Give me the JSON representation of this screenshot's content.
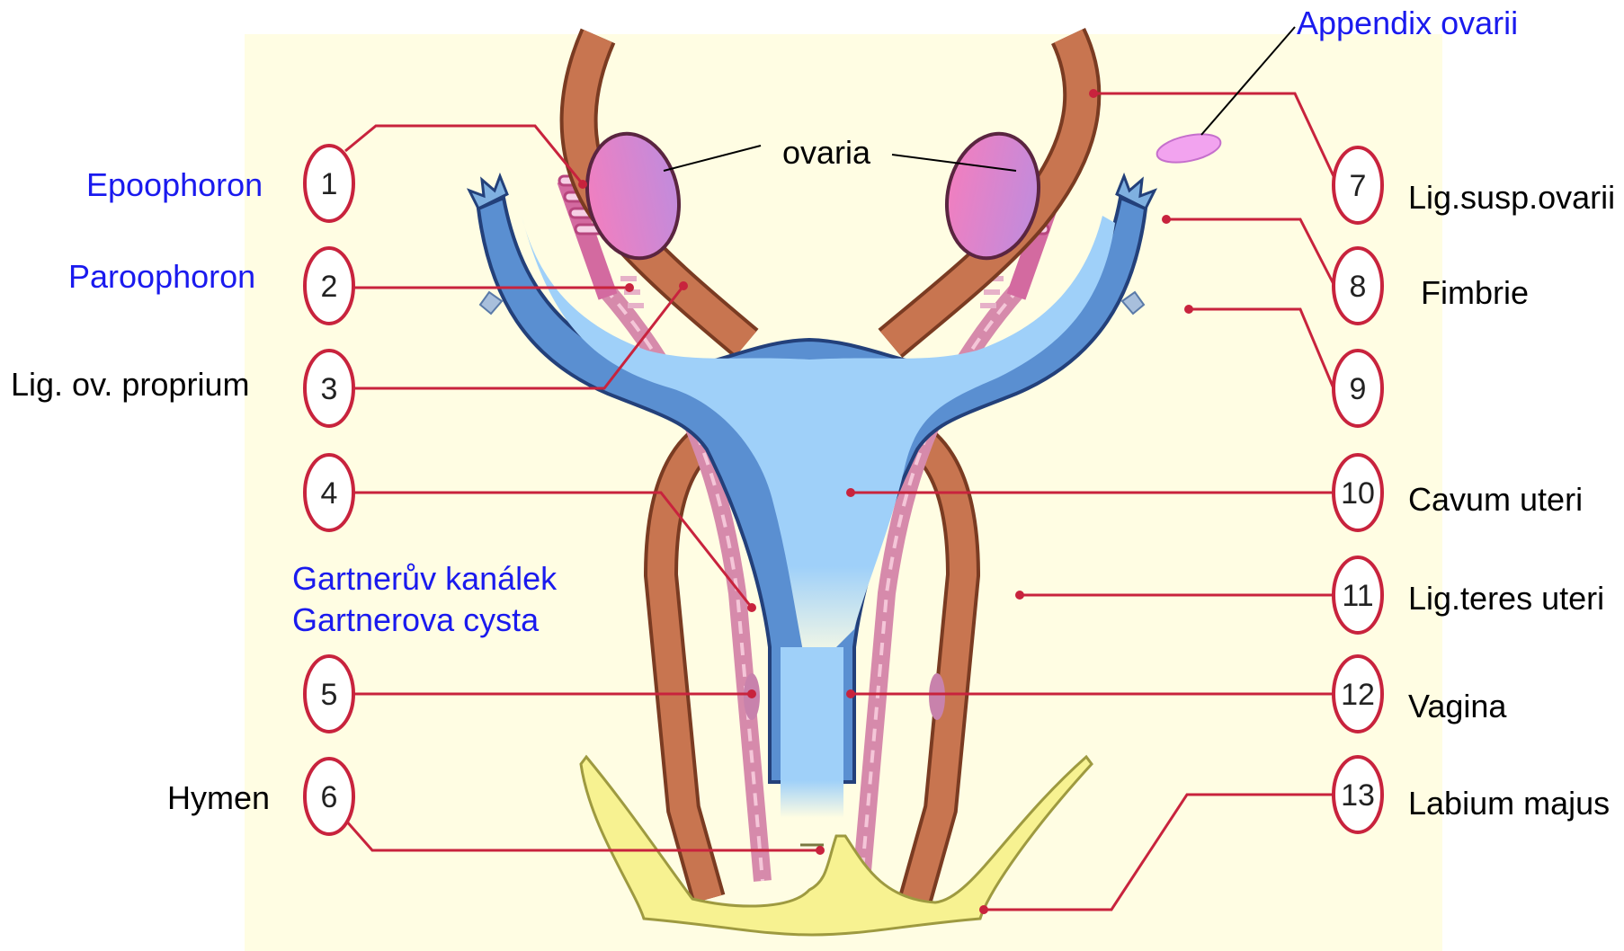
{
  "labels": {
    "epoophoron": "Epoophoron",
    "paroophoron": "Paroophoron",
    "lig_ov_proprium": "Lig. ov. proprium",
    "gartner_kanalek": "Gartnerův kanálek",
    "gartner_cysta": "Gartnerova cysta",
    "hymen": "Hymen",
    "appendix_ovarii": "Appendix ovarii",
    "ovaria": "ovaria",
    "lig_susp_ovarii": "Lig.susp.ovarii",
    "fimbrie": "Fimbrie",
    "cavum_uteri": "Cavum uteri",
    "lig_teres_uteri": "Lig.teres uteri",
    "vagina": "Vagina",
    "labium_majus": "Labium majus"
  },
  "callouts": {
    "left": [
      "1",
      "2",
      "3",
      "4",
      "5",
      "6"
    ],
    "right": [
      "7",
      "8",
      "9",
      "10",
      "11",
      "12",
      "13"
    ]
  },
  "colors": {
    "background_panel": "#fffde3",
    "muscle": "#c87550",
    "duct_blue": "#5a8fd1",
    "cavity_blue": "#9fd0f9",
    "ovary_pink": "#e98bc4",
    "remnant_pink": "#d68aab",
    "leader_red": "#c8233d",
    "vulva_yellow": "#f7f291",
    "label_blue": "#1a1aee"
  }
}
